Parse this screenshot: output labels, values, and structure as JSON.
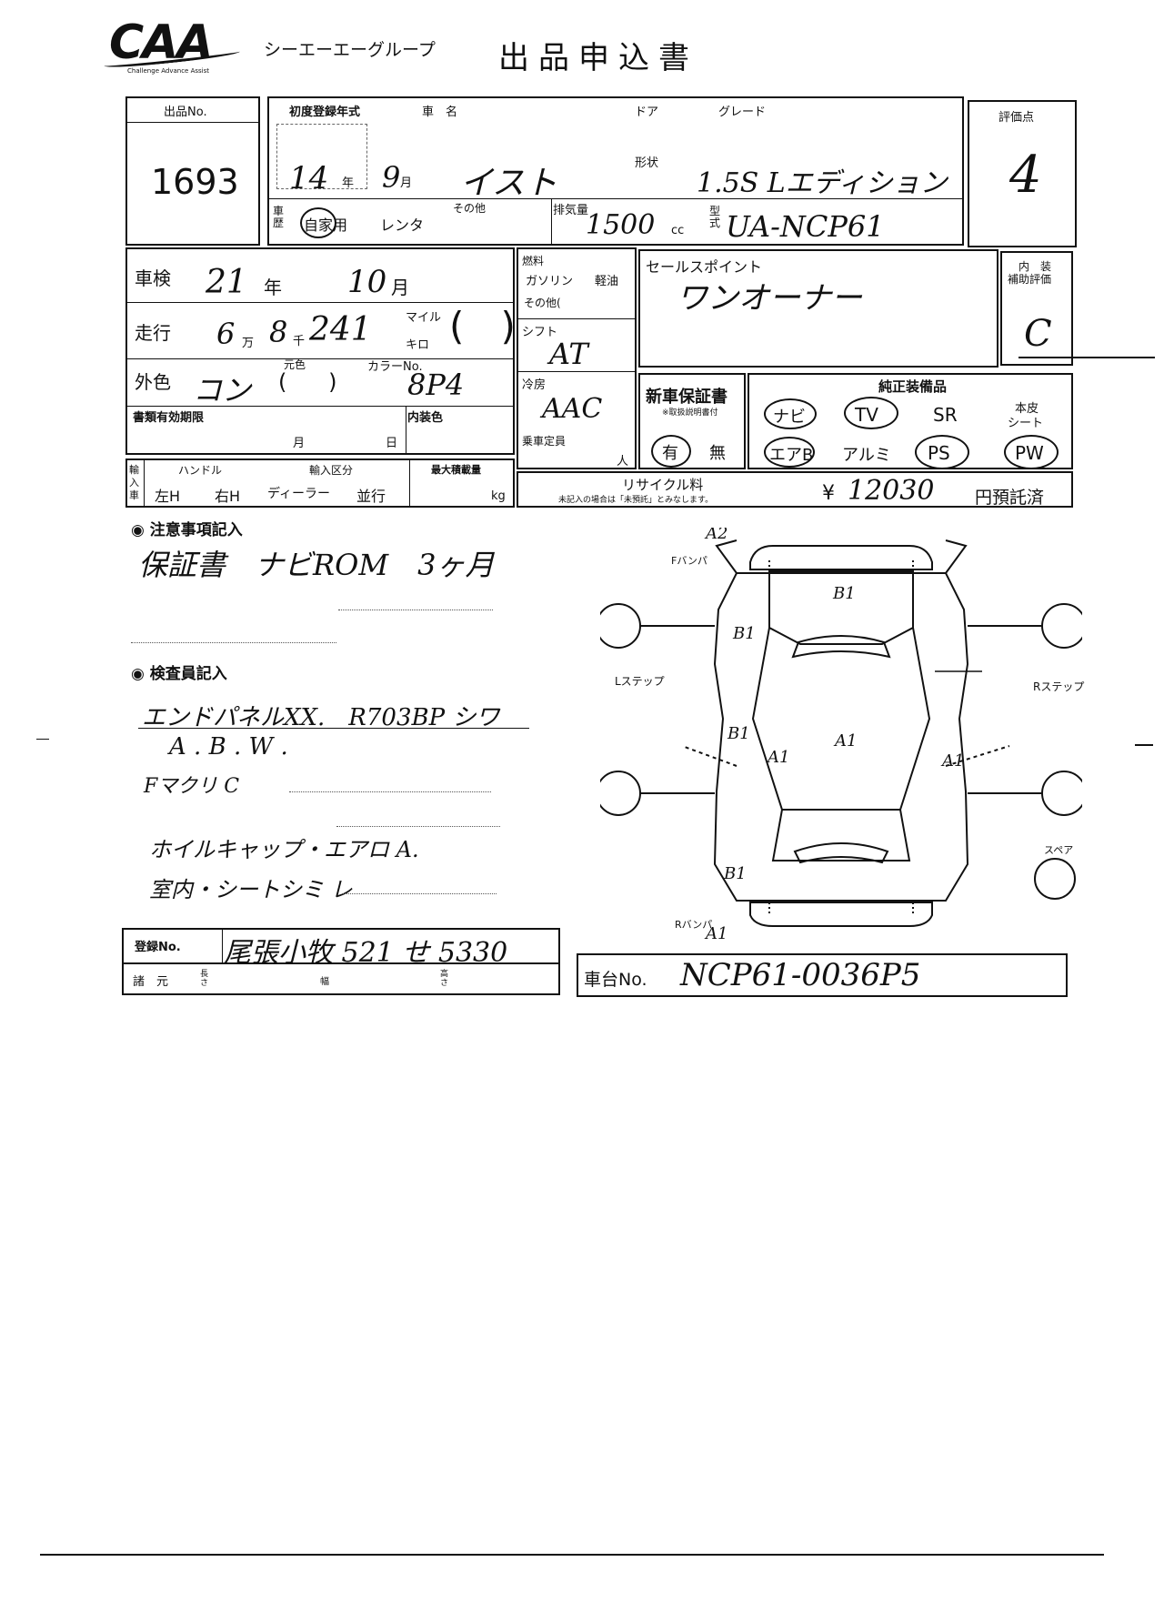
{
  "header": {
    "logo": "CAA",
    "logo_sub": "Challenge Advance Assist",
    "group": "シーエーエーグループ",
    "title": "出品申込書"
  },
  "lot": {
    "label": "出品No.",
    "value": "1693"
  },
  "reg": {
    "first_reg_label": "初度登録年式",
    "car_name_label": "車　名",
    "door_label": "ドア",
    "grade_label": "グレード",
    "body_label": "形状",
    "year": "14",
    "year_unit": "年",
    "month": "9",
    "month_unit": "月",
    "car_name": "イスト",
    "grade": "1.5S Lエディション",
    "history_label": "車歴",
    "private_use": "自家用",
    "rental": "レンタ",
    "other": "その他",
    "displacement_label": "排気量",
    "displacement": "1500",
    "cc": "cc",
    "model_label": "型式",
    "model": "UA-NCP61"
  },
  "score": {
    "label": "評価点",
    "value": "4"
  },
  "inspection": {
    "shaken_label": "車検",
    "year": "21",
    "year_unit": "年",
    "month": "10",
    "month_unit": "月",
    "mileage_label": "走行",
    "mileage_man": "6",
    "man": "万",
    "mileage_sen": "8",
    "sen": "千",
    "mileage_rest": "241",
    "mile": "マイル",
    "km": "キロ",
    "color_label": "外色",
    "color": "コン",
    "orig_color": "元色",
    "color_no_label": "カラーNo.",
    "color_no": "8P4",
    "docs_label": "書類有効期限",
    "month_label": "月",
    "day_label": "日",
    "interior_label": "内装色"
  },
  "fuel": {
    "label": "燃料",
    "gas": "ガソリン",
    "light_oil": "軽油",
    "other": "その他(",
    "shift_label": "シフト",
    "shift": "AT",
    "ac_label": "冷房",
    "ac": "AAC",
    "seats_label": "乗車定員",
    "seats_unit": "人"
  },
  "sales": {
    "label": "セールスポイント",
    "value": "ワンオーナー"
  },
  "interior_grade": {
    "label1": "内　装",
    "label2": "補助評価",
    "value": "C"
  },
  "warranty": {
    "label": "新車保証書",
    "sub": "※取扱説明書付",
    "yes": "有",
    "no": "無"
  },
  "equipment": {
    "label": "純正装備品",
    "items": [
      "ナビ",
      "TV",
      "SR",
      "エアB",
      "アルミ",
      "PS",
      "PW"
    ],
    "leather1": "本皮",
    "leather2": "シート"
  },
  "import": {
    "label1": "輸",
    "label2": "入",
    "label3": "車",
    "handle_label": "ハンドル",
    "left": "左H",
    "right": "右H",
    "import_type_label": "輸入区分",
    "dealer": "ディーラー",
    "parallel": "並行",
    "max_load_label": "最大積載量",
    "kg": "kg"
  },
  "recycle": {
    "label": "リサイクル料",
    "note": "未記入の場合は「未預託」とみなします。",
    "yen": "¥",
    "amount": "12030",
    "unit": "円預託済"
  },
  "notes": {
    "label": "◉ 注意事項記入",
    "line1": "保証書　ナビROM　3ヶ月"
  },
  "inspector": {
    "label": "◉ 検査員記入",
    "line1": "エンドパネルXX.　R703BP シワ",
    "line2": "A . B . W .",
    "line3": "Fマクリ C",
    "line4": "ホイルキャップ・エアロ A.",
    "line5": "室内・シートシミ レ"
  },
  "diagram": {
    "front_bumper": "Fバンパ",
    "rear_bumper": "Rバンパ",
    "l_step": "Lステップ",
    "r_step": "Rステップ",
    "spare": "スペア",
    "marks": [
      "A2",
      "B1",
      "B1",
      "B1",
      "A1",
      "A1",
      "A1",
      "B1",
      "A1"
    ]
  },
  "registration": {
    "label": "登録No.",
    "value": "尾張小牧 521 せ 5330",
    "dims_label": "諸　元",
    "length": "長さ",
    "width": "幅",
    "height": "高さ"
  },
  "chassis": {
    "label": "車台No.",
    "value": "NCP61-0036P5"
  }
}
